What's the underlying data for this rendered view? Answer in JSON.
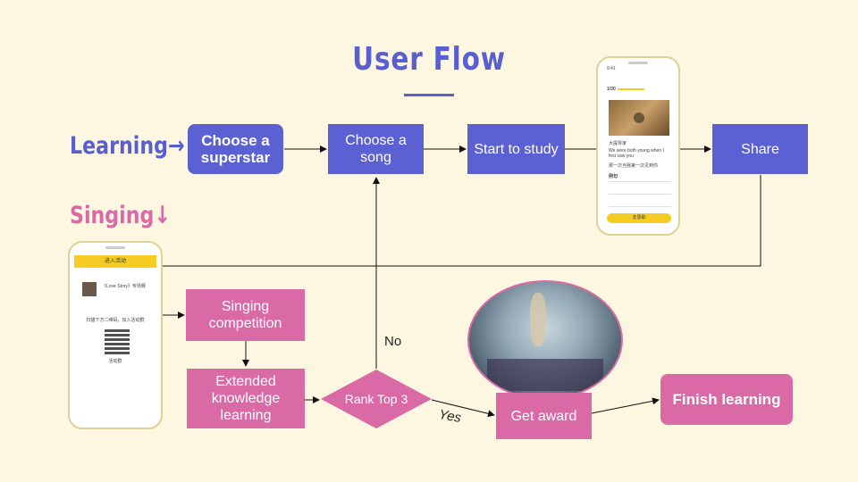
{
  "header": {
    "title": "User Flow"
  },
  "lanes": {
    "learning": "Learning→",
    "singing": "Singing↓"
  },
  "nodes": {
    "choose_superstar": "Choose a superstar",
    "choose_song": "Choose a song",
    "start_study": "Start to study",
    "share": "Share",
    "singing_competition": "Singing competition",
    "extended_learning": "Extended knowledge learning",
    "rank_top3": "Rank Top 3",
    "get_award": "Get award",
    "finish_learning": "Finish learning"
  },
  "edge_labels": {
    "no": "No",
    "yes": "Yes"
  },
  "phone_left": {
    "header": "进入活动",
    "song": "《Love Story》专场赛",
    "caption": "扫描下方二维码，加入活动群",
    "qr_label": "活动群"
  },
  "phone_right": {
    "time": "9:41",
    "progress": "1/30",
    "title": "大提琴家",
    "lyric": "We were both young when I first saw you",
    "line2": "那一次当我第一次见到你",
    "section": "例句",
    "button": "去录歌"
  },
  "colors": {
    "blue": "#5b61d3",
    "pink": "#d96aa5",
    "background": "#fdf6e0",
    "accent": "#f5cd22"
  }
}
